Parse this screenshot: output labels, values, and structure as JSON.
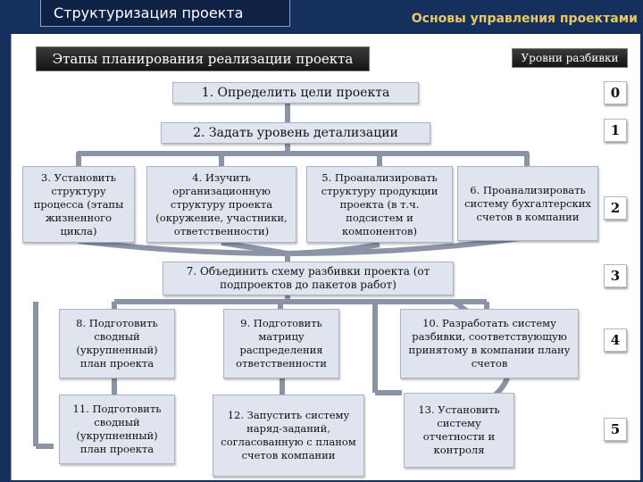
{
  "header": {
    "left_title": "Структуризация проекта",
    "right_title": "Основы управления проектами"
  },
  "slide": {
    "title": "Этапы планирования реализации проекта",
    "levels_label": "Уровни разбивки"
  },
  "steps": {
    "s1": "1. Определить цели проекта",
    "s2": "2. Задать уровень детализации",
    "s3": "3. Установить структуру процесса (этапы жизненного цикла)",
    "s4": "4. Изучить организационную структуру проекта (окружение, участники, ответственности)",
    "s5": "5. Проанализировать структуру продукции проекта (в т.ч. подсистем и компонентов)",
    "s6": "6. Проанализировать систему бухгалтерских счетов в компании",
    "s7": "7. Объединить схему разбивки проекта (от подпроектов до пакетов работ)",
    "s8": "8. Подготовить сводный (укрупненный) план проекта",
    "s9": "9. Подготовить матрицу распределения ответственности",
    "s10": "10. Разработать систему разбивки, соответствующую принятому в компании плану счетов",
    "s11": "11. Подготовить сводный (укрупненный) план проекта",
    "s12": "12. Запустить систему наряд-заданий, согласованную с планом счетов компании",
    "s13": "13. Установить систему отчетности и контроля"
  },
  "levels": [
    "0",
    "1",
    "2",
    "3",
    "4",
    "5"
  ],
  "colors": {
    "connector": "#8a94a6",
    "box_fill": "#dfe4ee",
    "header_bg": "#16305e",
    "accent": "#e8c860"
  }
}
